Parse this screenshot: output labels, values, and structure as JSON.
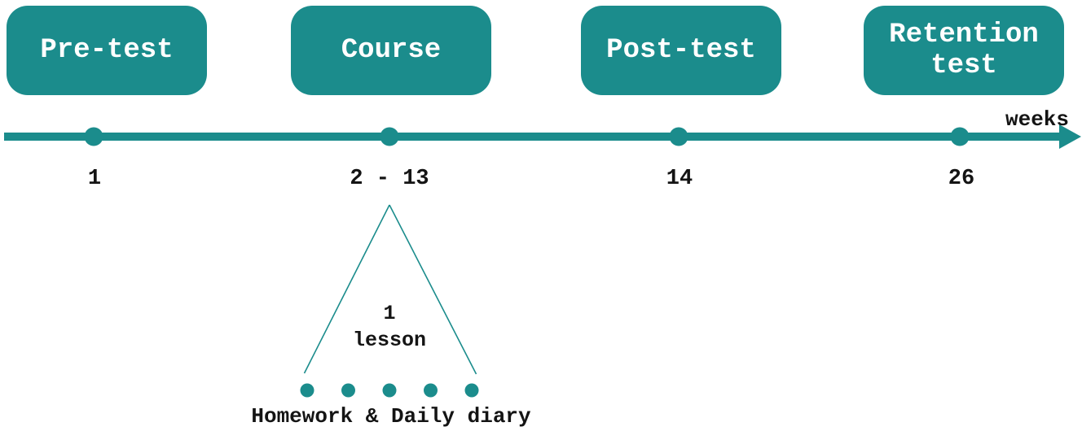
{
  "colors": {
    "teal": "#1b8c8c",
    "label_text": "#141414",
    "box_text": "#ffffff",
    "background": "#ffffff"
  },
  "timeline": {
    "axis_label": "weeks",
    "milestones": [
      {
        "box": "Pre-test",
        "week": "1"
      },
      {
        "box": "Course",
        "week": "2 - 13"
      },
      {
        "box": "Post-test",
        "week": "14"
      },
      {
        "box": "Retention test",
        "week": "26"
      }
    ]
  },
  "course_detail": {
    "lesson_count": "1",
    "lesson_word": "lesson",
    "session_dots": 5,
    "caption": "Homework & Daily diary"
  }
}
